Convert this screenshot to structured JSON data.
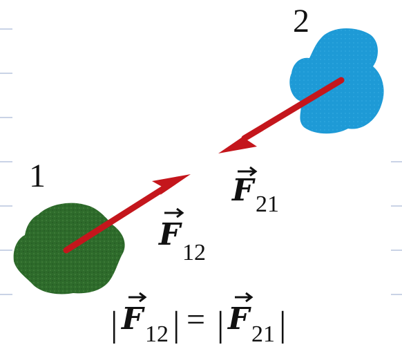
{
  "bodies": {
    "one": {
      "label": "1",
      "color": "#2e6b2b"
    },
    "two": {
      "label": "2",
      "color": "#1e9ad6"
    }
  },
  "forces": {
    "f12": {
      "symbol": "F",
      "subscript": "12",
      "color": "#c4161c"
    },
    "f21": {
      "symbol": "F",
      "subscript": "21",
      "color": "#c4161c"
    }
  },
  "equation": {
    "left_symbol": "F",
    "left_subscript": "12",
    "equals": "=",
    "right_symbol": "F",
    "right_subscript": "21"
  },
  "margin_lines_color": "#c9d3e6"
}
